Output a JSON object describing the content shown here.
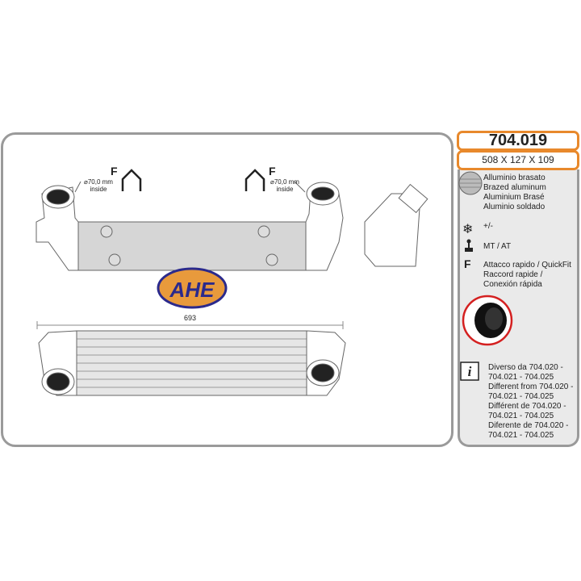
{
  "product": {
    "code": "704.019",
    "dimensions": "508 X 127 X 109"
  },
  "drawing": {
    "fitting_mark": "F",
    "inlet_left": {
      "diameter": "70,0 mm",
      "note": "inside"
    },
    "inlet_right": {
      "diameter": "70,0 mm",
      "note": "inside"
    },
    "length_label": "693",
    "logo_text": "AHE"
  },
  "info": {
    "material": [
      "Alluminio brasato",
      "Brazed aluminum",
      "Aluminium Brasé",
      "Aluminio soldado"
    ],
    "ac": "+/-",
    "transmission": "MT  / AT",
    "fitting_letter": "F",
    "fitting": [
      "Attacco rapido / QuickFit",
      "Raccord rapide /",
      "Conexión rápida"
    ],
    "notes": [
      "Diverso da 704.020 -",
      "704.021 - 704.025",
      "Different from 704.020 -",
      "704.021 - 704.025",
      "Différent de 704.020 -",
      "704.021 - 704.025",
      "Diferente de 704.020 -",
      "704.021 - 704.025"
    ]
  },
  "colors": {
    "accent": "#e8892c",
    "border": "#9a9a9a",
    "logo_blue": "#2b2a8c",
    "logo_orange": "#e89a3c"
  }
}
